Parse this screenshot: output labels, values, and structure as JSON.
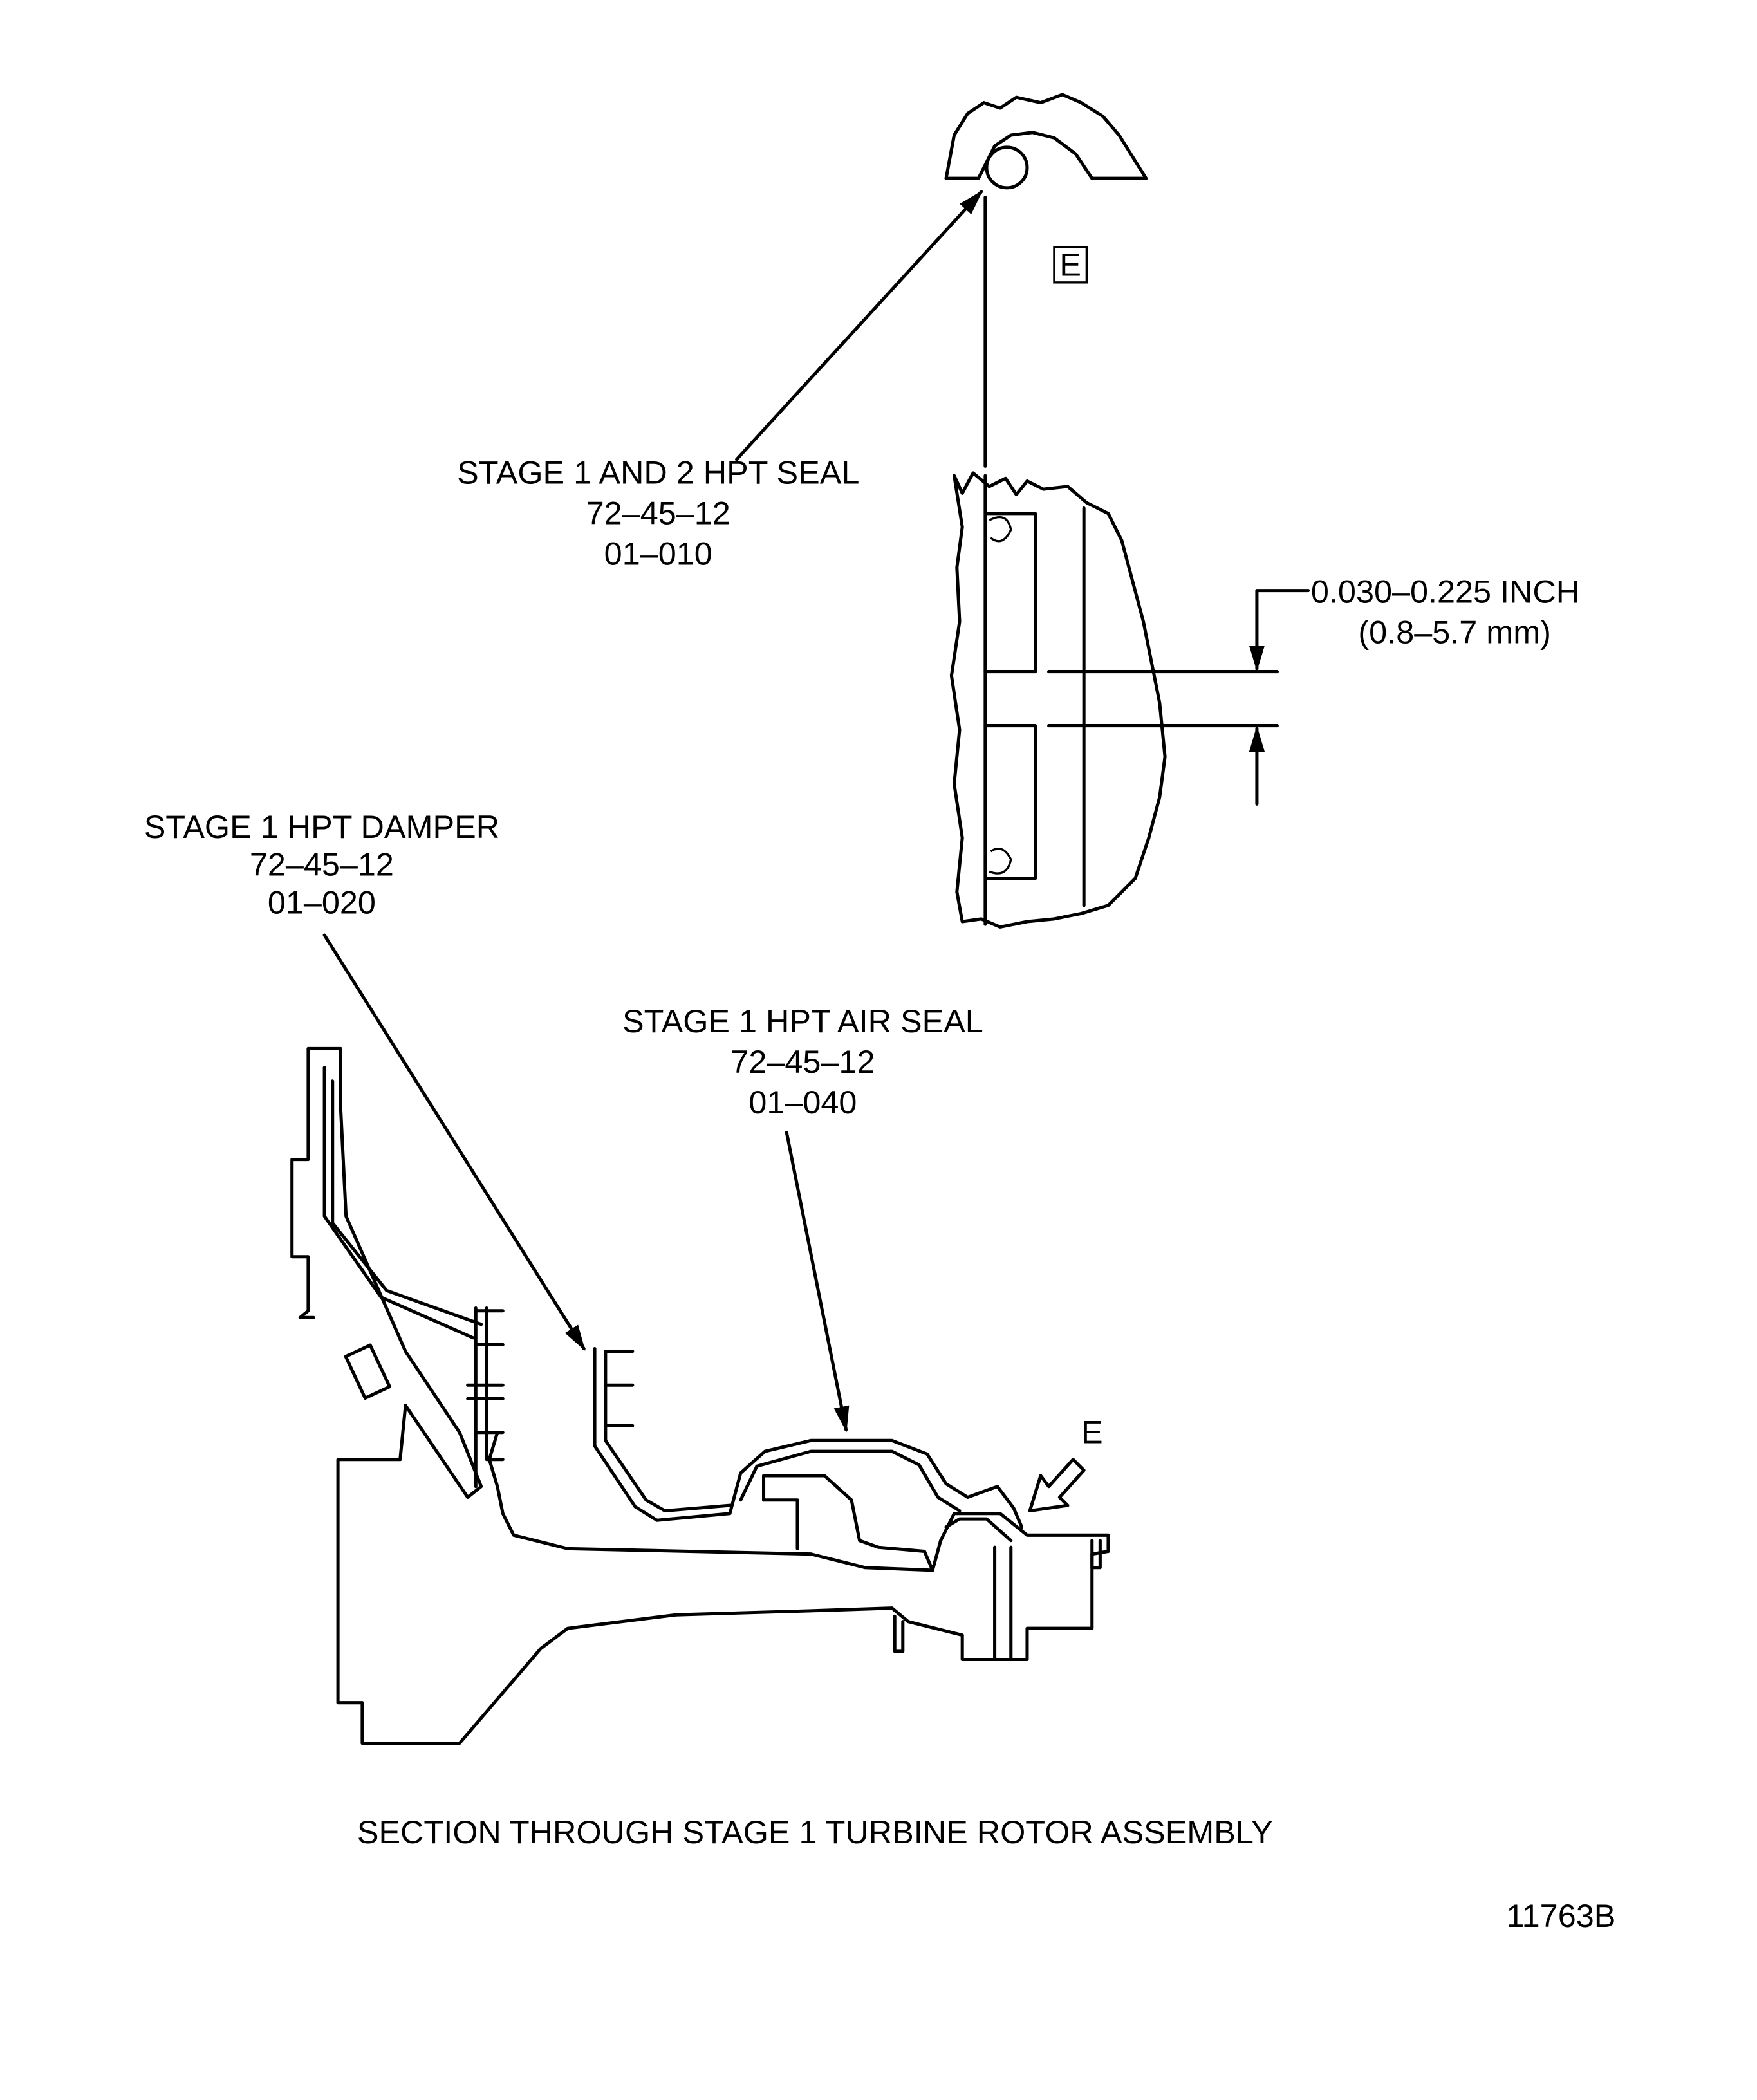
{
  "labels": {
    "hpt_seal": {
      "name": "STAGE 1 AND 2 HPT SEAL",
      "ref1": "72–45–12",
      "ref2": "01–010"
    },
    "hpt_damper": {
      "name": "STAGE 1 HPT DAMPER",
      "ref1": "72–45–12",
      "ref2": "01–020"
    },
    "hpt_air_seal": {
      "name": "STAGE 1 HPT AIR SEAL",
      "ref1": "72–45–12",
      "ref2": "01–040"
    },
    "dimension": {
      "inch": "0.030–0.225 INCH",
      "mm": "(0.8–5.7 mm)"
    },
    "view_marker": "E",
    "view_box_label": "E"
  },
  "caption": "SECTION THROUGH STAGE 1 TURBINE ROTOR ASSEMBLY",
  "figure_number": "11763B"
}
